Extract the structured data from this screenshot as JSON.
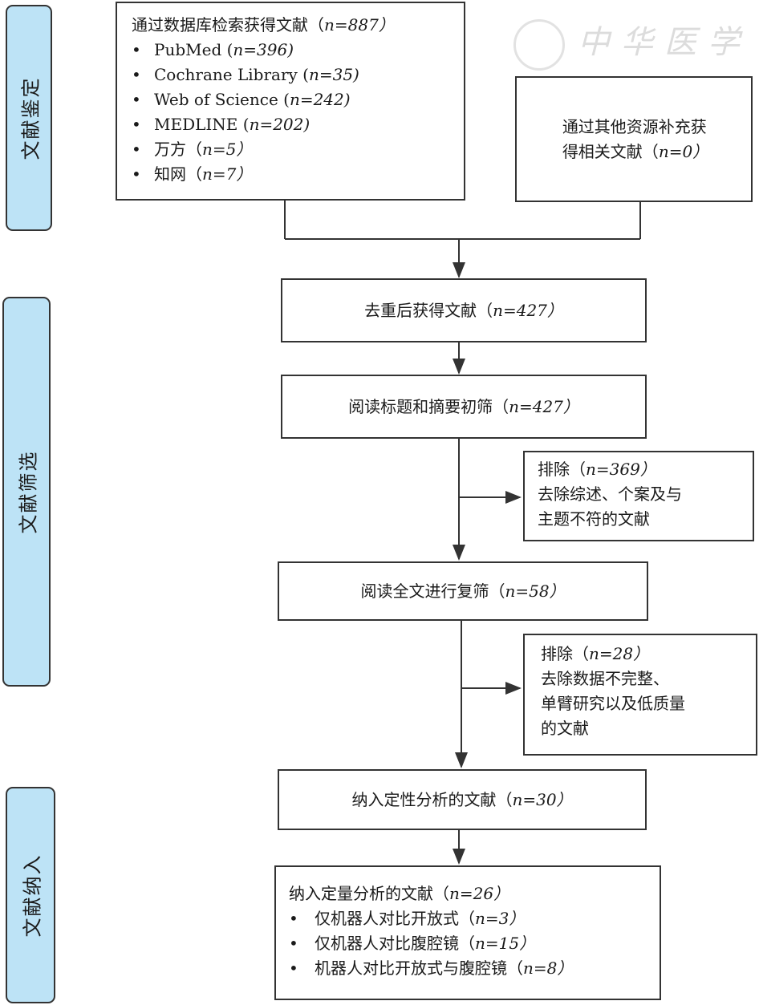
{
  "watermark": {
    "text": "中华医学会"
  },
  "phases": [
    {
      "label": "文献鉴定"
    },
    {
      "label": "文献筛选"
    },
    {
      "label": "文献纳入"
    }
  ],
  "identification": {
    "databases_title": "通过数据库检索获得文献（",
    "databases_n": "n=887）",
    "sources": [
      {
        "name": "PubMed (",
        "n": "n=396)"
      },
      {
        "name": "Cochrane Library (",
        "n": "n=35)"
      },
      {
        "name": "Web of Science (",
        "n": "n=242)"
      },
      {
        "name": "MEDLINE (",
        "n": "n=202)"
      },
      {
        "name": "万方（",
        "n": "n=5）"
      },
      {
        "name": "知网（",
        "n": "n=7）"
      }
    ],
    "other_sources_line1": "通过其他资源补充获",
    "other_sources_line2": "得相关文献（",
    "other_sources_n": "n=0）"
  },
  "screening": {
    "dedup": {
      "label": "去重后获得文献（",
      "n": "n=427）"
    },
    "title_abstract": {
      "label": "阅读标题和摘要初筛（",
      "n": "n=427）"
    },
    "exclude1": {
      "title": "排除（",
      "n": "n=369）",
      "line2": "去除综述、个案及与",
      "line3": "主题不符的文献"
    },
    "fulltext": {
      "label": "阅读全文进行复筛（",
      "n": "n=58）"
    },
    "exclude2": {
      "title": "排除（",
      "n": "n=28）",
      "line2": "去除数据不完整、",
      "line3": "单臂研究以及低质量",
      "line4": "的文献"
    }
  },
  "included": {
    "qualitative": {
      "label": "纳入定性分析的文献（",
      "n": "n=30）"
    },
    "quantitative": {
      "title": "纳入定量分析的文献（",
      "n": "n=26）",
      "items": [
        {
          "label": "仅机器人对比开放式（",
          "n": "n=3）"
        },
        {
          "label": "仅机器人对比腹腔镜（",
          "n": "n=15）"
        },
        {
          "label": "机器人对比开放式与腹腔镜（",
          "n": "n=8）"
        }
      ]
    }
  }
}
